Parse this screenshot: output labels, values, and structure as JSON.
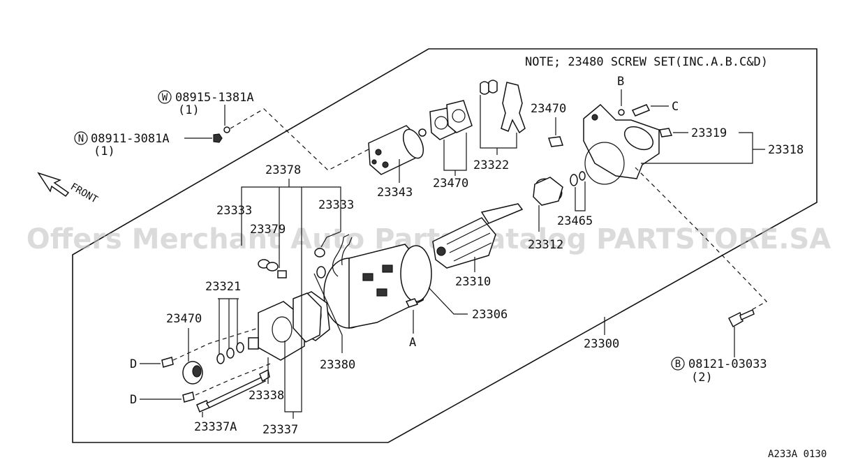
{
  "note": "NOTE; 23480 SCREW SET(INC.A.B.C&D)",
  "watermark": "Offers Merchant Auto Parts Catalog PARTSTORE.SA",
  "diagram_code": "A233A 0130",
  "front_label": "FRONT",
  "callouts": {
    "w_symbol": "W",
    "w_part": "08915-1381A",
    "w_qty": "(1)",
    "n_symbol": "N",
    "n_part": "08911-3081A",
    "n_qty": "(1)",
    "b_symbol": "B",
    "b_part": "08121-03033",
    "b_qty": "(2)",
    "p23378": "23378",
    "p23333a": "23333",
    "p23333b": "23333",
    "p23379": "23379",
    "p23321": "23321",
    "p23470a": "23470",
    "p23470b": "23470",
    "p23470c": "23470",
    "p23343": "23343",
    "p23322": "23322",
    "p23319": "23319",
    "p23318": "23318",
    "p23465": "23465",
    "p23312": "23312",
    "p23310": "23310",
    "p23306": "23306",
    "p23300": "23300",
    "p23380": "23380",
    "p23338": "23338",
    "p23337": "23337",
    "p23337a": "23337A",
    "letter_a": "A",
    "letter_b": "B",
    "letter_c": "C",
    "letter_d1": "D",
    "letter_d2": "D"
  }
}
